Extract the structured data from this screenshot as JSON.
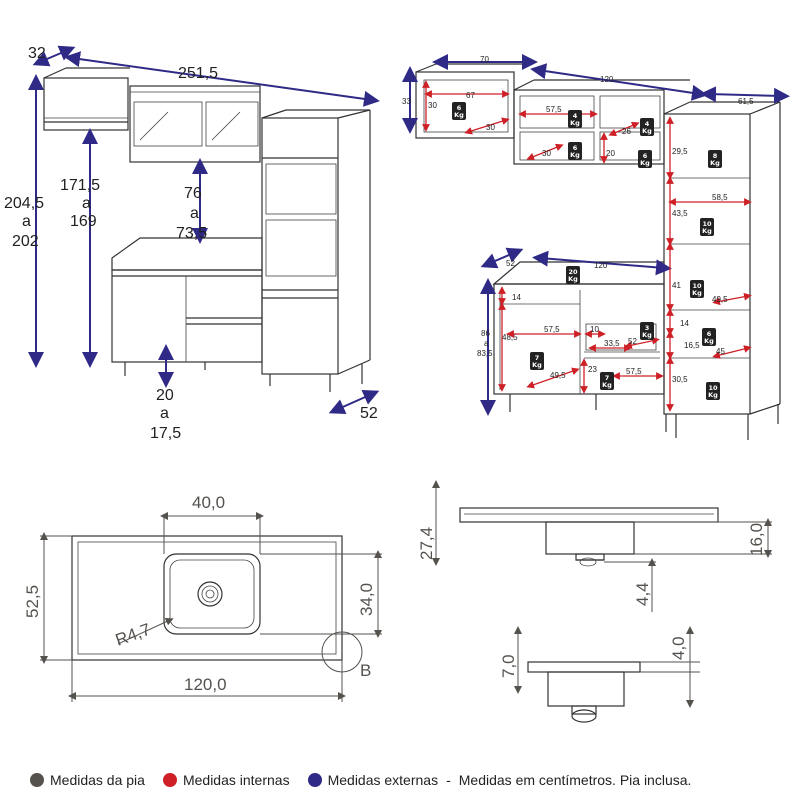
{
  "left_view": {
    "depth": "32",
    "width": "251,5",
    "height_a": "204,5",
    "height_a_conj": "a",
    "height_b": "202",
    "upper_a": "171,5",
    "upper_conj": "a",
    "upper_b": "169",
    "mid_a": "76",
    "mid_conj": "a",
    "mid_b": "73,5",
    "foot_a": "20",
    "foot_conj": "a",
    "foot_b": "17,5",
    "base_depth": "52"
  },
  "right_view": {
    "w70": "70",
    "w120": "120",
    "w61": "61,5",
    "h33": "33",
    "i30a": "30",
    "i67": "67",
    "i30b": "30",
    "i57a": "57,5",
    "i26": "26",
    "i30c": "30",
    "i20a": "20",
    "i29": "29,5",
    "i58": "58,5",
    "i43": "43,5",
    "i41": "41",
    "i49a": "49,5",
    "i14a": "14",
    "i16": "16,5",
    "i45": "45",
    "i30d": "30,5",
    "d52": "52",
    "w120b": "120",
    "i14b": "14",
    "h86a": "86",
    "h86conj": "a",
    "h86b": "83,5",
    "i48": "48,5",
    "i57b": "57,5",
    "i10": "10",
    "i52": "52",
    "i33": "33,5",
    "i49b": "49,5",
    "i23": "23",
    "i57c": "57,5",
    "kg": [
      "6",
      "4",
      "4",
      "6",
      "6",
      "8",
      "10",
      "20",
      "10",
      "3",
      "6",
      "7",
      "7",
      "10"
    ],
    "kg_unit": "Kg"
  },
  "sink_top": {
    "w40": "40,0",
    "h52": "52,5",
    "h34": "34,0",
    "radius": "R4,7",
    "w120": "120,0",
    "detail": "B"
  },
  "sink_side": {
    "h27": "27,4",
    "h16": "16,0",
    "h4": "4,4",
    "h7": "7,0",
    "h4b": "4,0"
  },
  "legend": {
    "pia": "Medidas da pia",
    "internas": "Medidas internas",
    "externas": "Medidas externas",
    "sep": "-",
    "note": "Medidas em centímetros. Pia inclusa.",
    "colors": {
      "pia": "#55524e",
      "internas": "#cf2027",
      "externas": "#2e2a86"
    }
  }
}
